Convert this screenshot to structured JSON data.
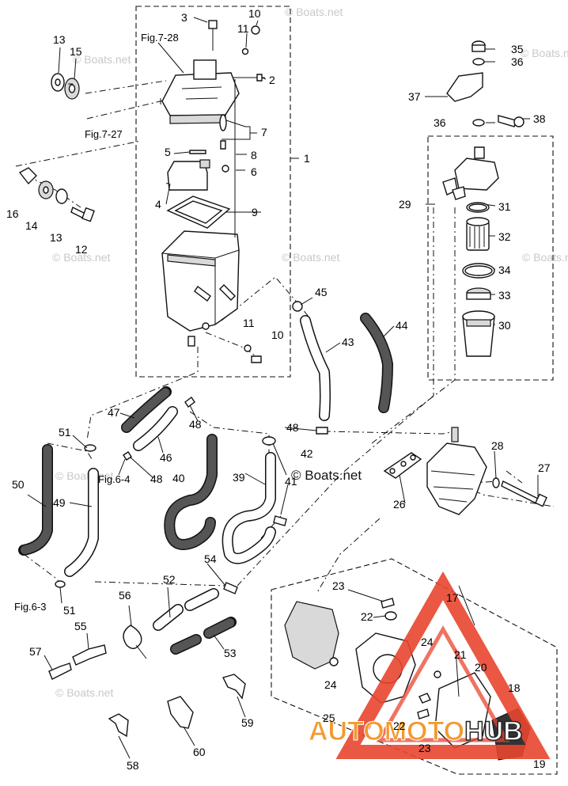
{
  "diagram": {
    "part_labels": [
      "1",
      "2",
      "3",
      "4",
      "5",
      "6",
      "7",
      "8",
      "9",
      "10",
      "10",
      "11",
      "11",
      "12",
      "13",
      "13",
      "14",
      "15",
      "16",
      "17",
      "18",
      "19",
      "20",
      "21",
      "22",
      "22",
      "23",
      "23",
      "24",
      "24",
      "25",
      "26",
      "27",
      "28",
      "29",
      "30",
      "31",
      "32",
      "33",
      "34",
      "35",
      "36",
      "36",
      "37",
      "38",
      "39",
      "40",
      "41",
      "42",
      "43",
      "44",
      "45",
      "46",
      "47",
      "48",
      "48",
      "48",
      "49",
      "50",
      "51",
      "51",
      "52",
      "53",
      "54",
      "55",
      "56",
      "57",
      "58",
      "59",
      "60"
    ],
    "figure_refs": [
      "Fig.7-28",
      "Fig.7-27",
      "Fig.6-4",
      "Fig.6-3"
    ],
    "watermarks": [
      "© Boats.net",
      "© Boats.net",
      "© Boats.net",
      "© Boats.net",
      "© Boats.net",
      "© Boats.net",
      "© Boats.net",
      "© Boats.net"
    ],
    "center_watermark": "© Boats.net",
    "logo": {
      "text_a": "AUTOMOTO",
      "text_b": "HUB",
      "color": "#e8452f",
      "accent": "#f29a2e"
    }
  }
}
